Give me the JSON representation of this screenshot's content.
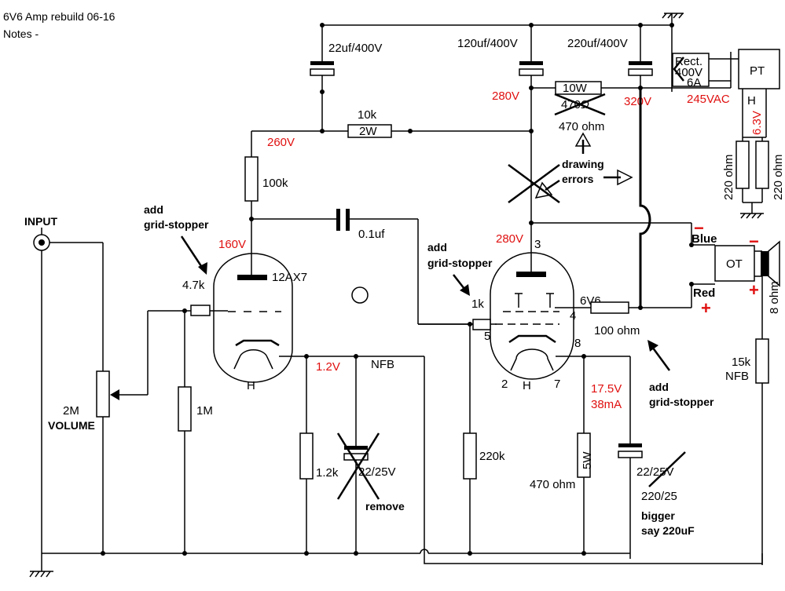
{
  "header": {
    "title": "6V6 Amp rebuild 06-16",
    "notes": "Notes -"
  },
  "components": {
    "c_22uf": "22uf/400V",
    "c_120uf": "120uf/400V",
    "c_220uf": "220uf/400V",
    "rect_line1": "Rect.",
    "rect_line2": "400V",
    "rect_line3": "6A",
    "pt": "PT",
    "pt_h": "H",
    "r_10k": "10k",
    "r_2w": "2W",
    "r_10w": "10W",
    "r_470_struck": "470Ω",
    "r_470_new": "470 ohm",
    "r_100k": "100k",
    "c_01uf": "0.1uf",
    "tube1": "12AX7",
    "tube2": "6V6",
    "r_4k7": "4.7k",
    "r_1k": "1k",
    "r_100ohm": "100 ohm",
    "pot_value": "2M",
    "pot_name": "VOLUME",
    "r_1m": "1M",
    "r_1k2": "1.2k",
    "c_22_25v": "22/25V",
    "nfb": "NFB",
    "r_220k": "220k",
    "r_5w": "5W",
    "r_470ohm_cathode": "470 ohm",
    "c_22_25v_b": "22/25V",
    "c_220_25": "220/25",
    "r_220ohm_a": "220 ohm",
    "r_220ohm_b": "220 ohm",
    "r_15k": "15k",
    "r_15k_nfb": "NFB",
    "ot": "OT",
    "blue": "Blue",
    "red": "Red",
    "plus": "+",
    "minus": "−",
    "spk_8ohm": "8 ohm",
    "input": "INPUT",
    "heater_h": "H"
  },
  "pins": {
    "p3": "3",
    "p4": "4",
    "p5": "5",
    "p8": "8",
    "p2": "2",
    "p7": "7"
  },
  "voltages": {
    "v280a": "280V",
    "v320": "320V",
    "v245vac": "245VAC",
    "v6_3": "6.3V",
    "v260": "260V",
    "v160": "160V",
    "v280b": "280V",
    "v1_2": "1.2V",
    "v17_5": "17.5V",
    "i38ma": "38mA"
  },
  "annotations": {
    "add1": "add",
    "gridstopper1": "grid-stopper",
    "add2": "add",
    "gridstopper2": "grid-stopper",
    "add3": "add",
    "gridstopper3": "grid-stopper",
    "drawing": "drawing",
    "errors": "errors",
    "remove": "remove",
    "bigger": "bigger",
    "say220": "say 220uF"
  },
  "colors": {
    "wire": "#000000",
    "voltage_label": "#e01010",
    "background": "#ffffff"
  }
}
